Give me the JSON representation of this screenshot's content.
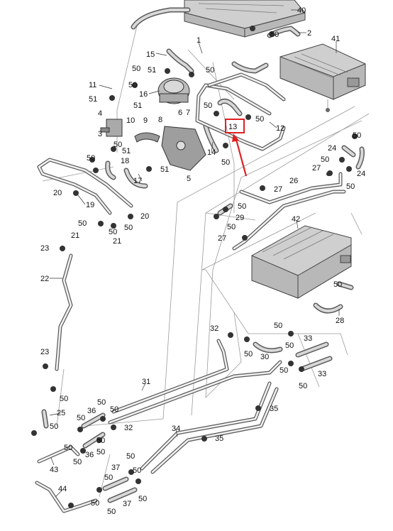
{
  "colors": {
    "highlight": "#e02020",
    "line": "#333333",
    "hose": "#5a5a5a",
    "background": "#ffffff"
  },
  "highlight": {
    "label": "13"
  },
  "callouts": [
    {
      "id": "c1",
      "text": "1"
    },
    {
      "id": "c2",
      "text": "2"
    },
    {
      "id": "c3",
      "text": "3"
    },
    {
      "id": "c4",
      "text": "4"
    },
    {
      "id": "c5",
      "text": "5"
    },
    {
      "id": "c6",
      "text": "6"
    },
    {
      "id": "c7",
      "text": "7"
    },
    {
      "id": "c8",
      "text": "8"
    },
    {
      "id": "c9",
      "text": "9"
    },
    {
      "id": "c10",
      "text": "10"
    },
    {
      "id": "c11",
      "text": "11"
    },
    {
      "id": "c12",
      "text": "12"
    },
    {
      "id": "c14",
      "text": "14"
    },
    {
      "id": "c15",
      "text": "15"
    },
    {
      "id": "c16",
      "text": "16"
    },
    {
      "id": "c17",
      "text": "17"
    },
    {
      "id": "c18",
      "text": "18"
    },
    {
      "id": "c19",
      "text": "19"
    },
    {
      "id": "c20a",
      "text": "20"
    },
    {
      "id": "c20b",
      "text": "20"
    },
    {
      "id": "c21a",
      "text": "21"
    },
    {
      "id": "c21b",
      "text": "21"
    },
    {
      "id": "c22",
      "text": "22"
    },
    {
      "id": "c23a",
      "text": "23"
    },
    {
      "id": "c23b",
      "text": "23"
    },
    {
      "id": "c24a",
      "text": "24"
    },
    {
      "id": "c24b",
      "text": "24"
    },
    {
      "id": "c25",
      "text": "25"
    },
    {
      "id": "c26",
      "text": "26"
    },
    {
      "id": "c27a",
      "text": "27"
    },
    {
      "id": "c27b",
      "text": "27"
    },
    {
      "id": "c27c",
      "text": "27"
    },
    {
      "id": "c28",
      "text": "28"
    },
    {
      "id": "c29",
      "text": "29"
    },
    {
      "id": "c30",
      "text": "30"
    },
    {
      "id": "c31",
      "text": "31"
    },
    {
      "id": "c32a",
      "text": "32"
    },
    {
      "id": "c32b",
      "text": "32"
    },
    {
      "id": "c33a",
      "text": "33"
    },
    {
      "id": "c33b",
      "text": "33"
    },
    {
      "id": "c34",
      "text": "34"
    },
    {
      "id": "c35a",
      "text": "35"
    },
    {
      "id": "c35b",
      "text": "35"
    },
    {
      "id": "c36a",
      "text": "36"
    },
    {
      "id": "c36b",
      "text": "36"
    },
    {
      "id": "c37a",
      "text": "37"
    },
    {
      "id": "c37b",
      "text": "37"
    },
    {
      "id": "c40",
      "text": "40"
    },
    {
      "id": "c41",
      "text": "41"
    },
    {
      "id": "c42",
      "text": "42"
    },
    {
      "id": "c43",
      "text": "43"
    },
    {
      "id": "c44",
      "text": "44"
    },
    {
      "id": "c50a",
      "text": "50"
    },
    {
      "id": "c50b",
      "text": "50"
    },
    {
      "id": "c50c",
      "text": "50"
    },
    {
      "id": "c50d",
      "text": "50"
    },
    {
      "id": "c50e",
      "text": "50"
    },
    {
      "id": "c50f",
      "text": "50"
    },
    {
      "id": "c50g",
      "text": "50"
    },
    {
      "id": "c50h",
      "text": "50"
    },
    {
      "id": "c50i",
      "text": "50"
    },
    {
      "id": "c50j",
      "text": "50"
    },
    {
      "id": "c50k",
      "text": "50"
    },
    {
      "id": "c50l",
      "text": "50"
    },
    {
      "id": "c50m",
      "text": "50"
    },
    {
      "id": "c50n",
      "text": "50"
    },
    {
      "id": "c50o",
      "text": "50"
    },
    {
      "id": "c50p",
      "text": "50"
    },
    {
      "id": "c50q",
      "text": "50"
    },
    {
      "id": "c50r",
      "text": "50"
    },
    {
      "id": "c50s",
      "text": "50"
    },
    {
      "id": "c50t",
      "text": "50"
    },
    {
      "id": "c50u",
      "text": "50"
    },
    {
      "id": "c50v",
      "text": "50"
    },
    {
      "id": "c50w",
      "text": "50"
    },
    {
      "id": "c50x",
      "text": "50"
    },
    {
      "id": "c50y",
      "text": "50"
    },
    {
      "id": "c50z",
      "text": "50"
    },
    {
      "id": "c50aa",
      "text": "50"
    },
    {
      "id": "c50ab",
      "text": "50"
    },
    {
      "id": "c50ac",
      "text": "50"
    },
    {
      "id": "c50ad",
      "text": "50"
    },
    {
      "id": "c50ae",
      "text": "50"
    },
    {
      "id": "c50af",
      "text": "50"
    },
    {
      "id": "c51a",
      "text": "51"
    },
    {
      "id": "c51b",
      "text": "51"
    },
    {
      "id": "c51c",
      "text": "51"
    },
    {
      "id": "c51d",
      "text": "51"
    },
    {
      "id": "c51e",
      "text": "51"
    }
  ]
}
